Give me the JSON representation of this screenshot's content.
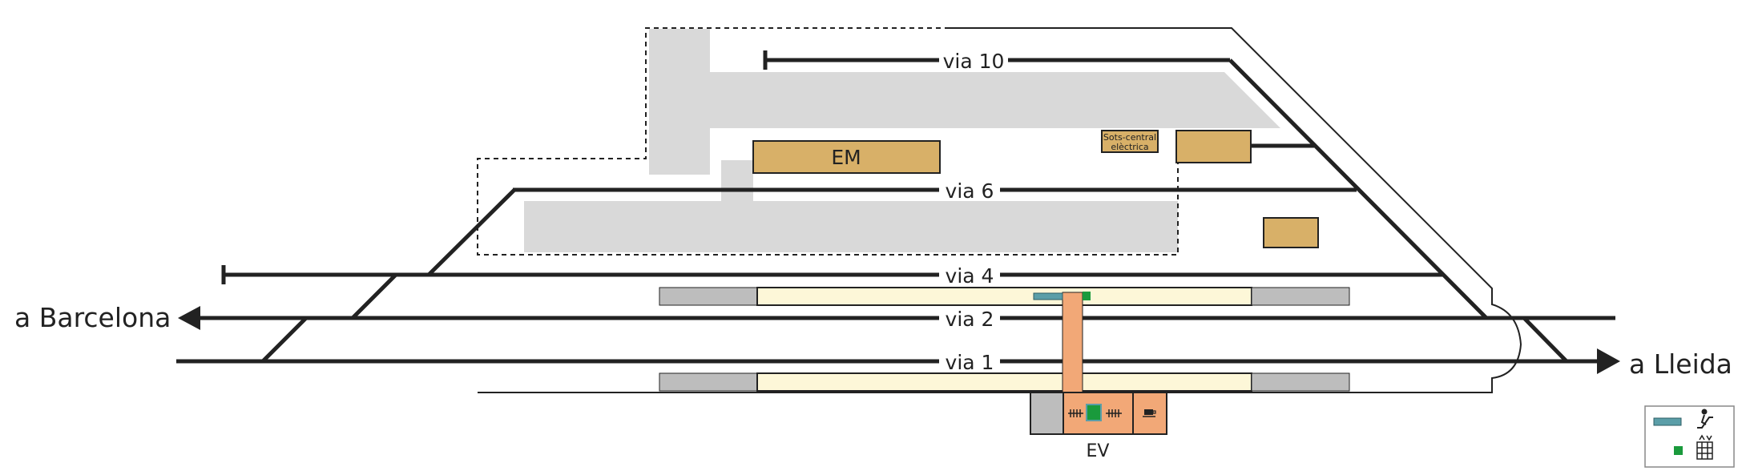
{
  "tracks": {
    "via10": "via 10",
    "via6": "via 6",
    "via4": "via 4",
    "via2": "via 2",
    "via1": "via 1"
  },
  "directions": {
    "barcelona": "a Barcelona",
    "lleida": "a Lleida"
  },
  "buildings": {
    "em": "EM",
    "ev": "EV",
    "substation_line1": "Sots-central",
    "substation_line2": "elèctrica"
  },
  "legend": {
    "escalator_icon": "escalator-icon",
    "elevator_icon": "elevator-icon"
  },
  "colors": {
    "track": "#222222",
    "yard_area": "#d9d9d9",
    "building": "#d8b068",
    "platform": "#fdf7d8",
    "platform_end": "#bdbdbd",
    "station": "#f2a877",
    "escalator": "#5b9ea8",
    "elevator": "#1a9a3c"
  }
}
